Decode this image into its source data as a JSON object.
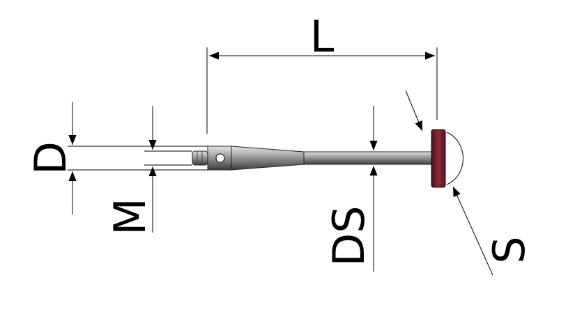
{
  "labels": {
    "length": "L",
    "diameter": "D",
    "thread": "M",
    "stem_diameter": "DS",
    "sphere": "S"
  },
  "colors": {
    "tip": "#8a2b3c",
    "stem": "#8c8c8c",
    "line": "#000000"
  }
}
